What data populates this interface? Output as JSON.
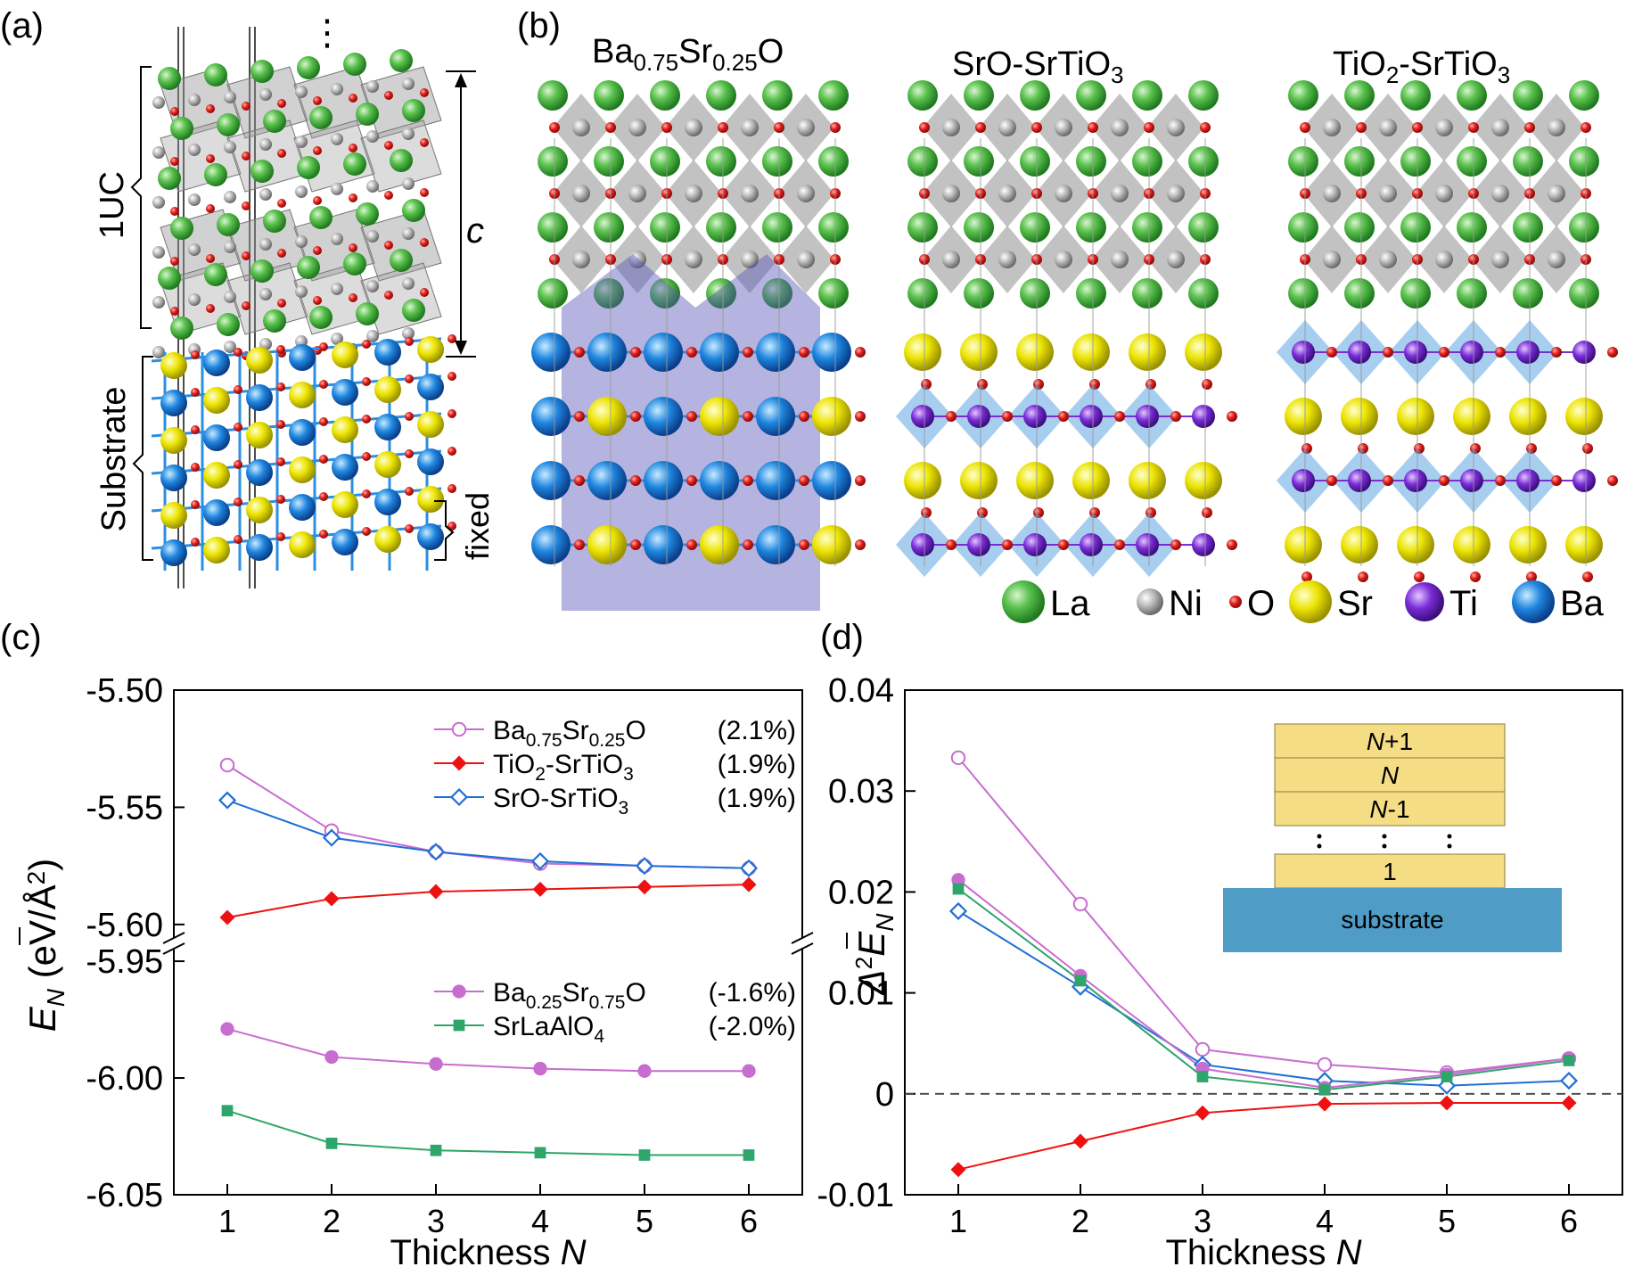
{
  "panels": {
    "a": {
      "label": "(a)",
      "uc_label": "1UC",
      "c_label": "c",
      "substrate_label": "Substrate",
      "fixed_label": "fixed",
      "dots": "⋮"
    },
    "b": {
      "label": "(b)",
      "titles": [
        {
          "base": "Ba",
          "sub1": "0.75",
          "mid": "Sr",
          "sub2": "0.25",
          "end": "O"
        },
        {
          "text": "SrO-SrTiO",
          "sub": "3"
        },
        {
          "text": "TiO",
          "sub": "2",
          "text2": "-SrTiO",
          "sub2": "3"
        }
      ],
      "legend": [
        {
          "name": "La",
          "color": "#3fae3f"
        },
        {
          "name": "Ni",
          "color": "#a9a9a9"
        },
        {
          "name": "O",
          "color": "#e0201c"
        },
        {
          "name": "Sr",
          "color": "#e3dd00"
        },
        {
          "name": "Ti",
          "color": "#7a2cd8"
        },
        {
          "name": "Ba",
          "color": "#1f86e0"
        }
      ]
    },
    "c": {
      "label": "(c)"
    },
    "d": {
      "label": "(d)",
      "inset_layers": [
        "N+1",
        "N",
        "N-1",
        "1"
      ],
      "inset_substrate": "substrate"
    }
  },
  "colors": {
    "ba75": "#c86dd0",
    "tio2": "#ee1111",
    "sro": "#1f6fd6",
    "ba25": "#c86dd0",
    "srla": "#2ea56a",
    "inset_layer": "#f5dd85",
    "inset_substrate": "#4f9dc6"
  },
  "chart_data": [
    {
      "type": "line",
      "panel": "(c)",
      "xlabel": "Thickness N",
      "ylabel": "E_N (eV/Å²)",
      "x": [
        1,
        2,
        3,
        4,
        5,
        6
      ],
      "broken_y_axis": true,
      "upper_ylim": [
        -5.605,
        -5.5
      ],
      "upper_yticks": [
        "-5.50",
        "-5.55",
        "-5.60"
      ],
      "lower_ylim": [
        -6.05,
        -5.945
      ],
      "lower_yticks": [
        "-5.95",
        "-6.00",
        "-6.05"
      ],
      "series": [
        {
          "name": "Ba0.75Sr0.25O (2.1%)",
          "part": "upper",
          "marker": "open-circle",
          "color": "#c86dd0",
          "values": [
            -5.532,
            -5.56,
            -5.569,
            -5.574,
            -5.575,
            -5.576
          ]
        },
        {
          "name": "TiO2-SrTiO3 (1.9%)",
          "part": "upper",
          "marker": "filled-diamond",
          "color": "#ee1111",
          "values": [
            -5.597,
            -5.589,
            -5.586,
            -5.585,
            -5.584,
            -5.583
          ]
        },
        {
          "name": "SrO-SrTiO3 (1.9%)",
          "part": "upper",
          "marker": "open-diamond",
          "color": "#1f6fd6",
          "values": [
            -5.547,
            -5.563,
            -5.569,
            -5.573,
            -5.575,
            -5.576
          ]
        },
        {
          "name": "Ba0.25Sr0.75O (-1.6%)",
          "part": "lower",
          "marker": "filled-circle",
          "color": "#c86dd0",
          "values": [
            -5.979,
            -5.991,
            -5.994,
            -5.996,
            -5.997,
            -5.997
          ]
        },
        {
          "name": "SrLaAlO4 (-2.0%)",
          "part": "lower",
          "marker": "filled-square",
          "color": "#2ea56a",
          "values": [
            -6.014,
            -6.028,
            -6.031,
            -6.032,
            -6.033,
            -6.033
          ]
        }
      ],
      "legend_upper": [
        {
          "a": "Ba",
          "s1": "0.75",
          "b": "Sr",
          "s2": "0.25",
          "c": "O",
          "pct": "(2.1%)"
        },
        {
          "a": "TiO",
          "s1": "2",
          "b": "-SrTiO",
          "s2": "3",
          "c": "",
          "pct": "(1.9%)"
        },
        {
          "a": "SrO-SrTiO",
          "s1": "3",
          "b": "",
          "s2": "",
          "c": "",
          "pct": "(1.9%)"
        }
      ],
      "legend_lower": [
        {
          "a": "Ba",
          "s1": "0.25",
          "b": "Sr",
          "s2": "0.75",
          "c": "O",
          "pct": "(-1.6%)"
        },
        {
          "a": "SrLaAlO",
          "s1": "4",
          "b": "",
          "s2": "",
          "c": "",
          "pct": "(-2.0%)"
        }
      ]
    },
    {
      "type": "line",
      "panel": "(d)",
      "xlabel": "Thickness N",
      "ylabel": "Δ²E_N",
      "x": [
        1,
        2,
        3,
        4,
        5,
        6
      ],
      "ylim": [
        -0.01,
        0.04
      ],
      "yticks": [
        "-0.01",
        "0",
        "0.01",
        "0.02",
        "0.03",
        "0.04"
      ],
      "zero_line": "dashed",
      "series": [
        {
          "name": "Ba0.75Sr0.25O",
          "marker": "open-circle",
          "color": "#c86dd0",
          "values": [
            0.0333,
            0.0188,
            0.0044,
            0.0029,
            0.0021,
            0.0035
          ]
        },
        {
          "name": "TiO2-SrTiO3",
          "marker": "filled-diamond",
          "color": "#ee1111",
          "values": [
            -0.0075,
            -0.0047,
            -0.0019,
            -0.001,
            -0.0009,
            -0.0009
          ]
        },
        {
          "name": "SrO-SrTiO3",
          "marker": "open-diamond",
          "color": "#1f6fd6",
          "values": [
            0.0181,
            0.0106,
            0.0029,
            0.0013,
            0.0008,
            0.0013
          ]
        },
        {
          "name": "Ba0.25Sr0.75O",
          "marker": "filled-circle",
          "color": "#c86dd0",
          "values": [
            0.0212,
            0.0117,
            0.0025,
            0.0006,
            0.0019,
            0.0035
          ]
        },
        {
          "name": "SrLaAlO4",
          "marker": "filled-square",
          "color": "#2ea56a",
          "values": [
            0.0203,
            0.0112,
            0.0017,
            0.0004,
            0.0017,
            0.0033
          ]
        }
      ]
    }
  ]
}
